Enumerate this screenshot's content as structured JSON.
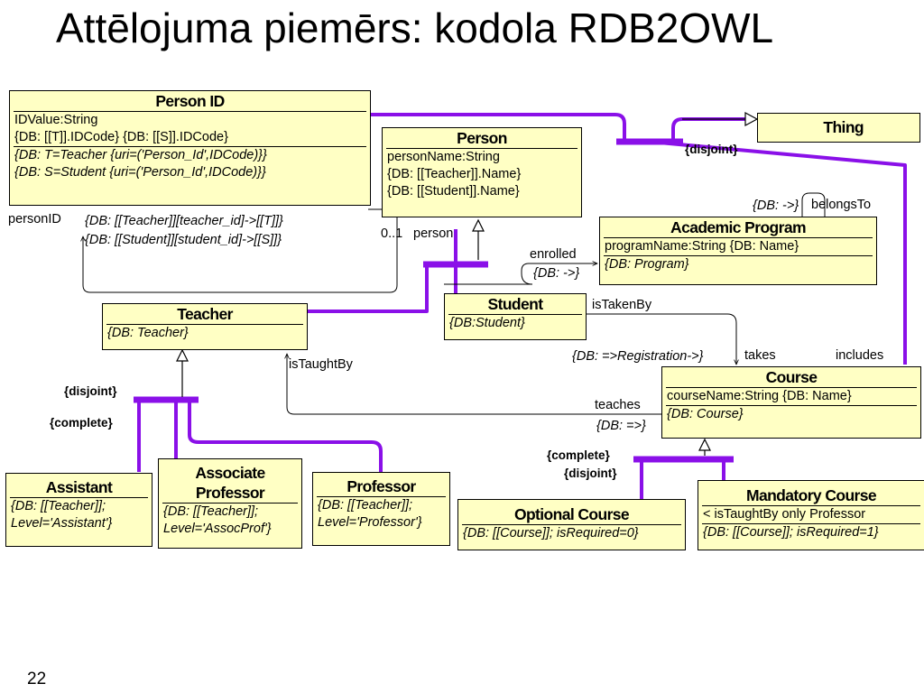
{
  "slide": {
    "title": "Attēlojuma piemērs: kodola RDB2OWL",
    "page_number": "22"
  },
  "classes": {
    "person_id": {
      "name": "Person ID",
      "attr_1": "IDValue:String",
      "attr_2": "{DB: [[T]].IDCode} {DB: [[S]].IDCode}",
      "uri_1": "{DB: T=Teacher {uri=('Person_Id',IDCode)}}",
      "uri_2": "{DB: S=Student {uri=('Person_Id',IDCode)}}"
    },
    "person": {
      "name": "Person",
      "attr_1": "personName:String",
      "attr_2": "{DB:  [[Teacher]].Name}",
      "attr_3": "{DB:  [[Student]].Name}"
    },
    "thing": {
      "name": "Thing"
    },
    "academic_program": {
      "name": "Academic Program",
      "attr": "programName:String {DB: Name}",
      "db": "{DB: Program}"
    },
    "student": {
      "name": "Student",
      "db": "{DB:Student}"
    },
    "teacher": {
      "name": "Teacher",
      "db": "{DB: Teacher}"
    },
    "course": {
      "name": "Course",
      "attr": "courseName:String {DB: Name}",
      "db": "{DB: Course}"
    },
    "assistant": {
      "name": "Assistant",
      "db_1": "{DB: [[Teacher]];",
      "db_2": "Level='Assistant'}"
    },
    "associate_professor": {
      "name_1": "Associate",
      "name_2": "Professor",
      "db_1": "{DB: [[Teacher]];",
      "db_2": "Level='AssocProf'}"
    },
    "professor": {
      "name": "Professor",
      "db_1": "{DB: [[Teacher]];",
      "db_2": "Level='Professor'}"
    },
    "optional_course": {
      "name": "Optional Course",
      "db": "{DB: [[Course]]; isRequired=0}"
    },
    "mandatory_course": {
      "name": "Mandatory Course",
      "constraint": "< isTaughtBy only Professor",
      "db": "{DB: [[Course]]; isRequired=1}"
    }
  },
  "labels": {
    "person_id_role": "personID",
    "person_id_db_1": "{DB: [[Teacher]][teacher_id]->[[T]]}",
    "person_id_db_2": "{DB: [[Student]][student_id]->[[S]]}",
    "multiplicity": "0..1",
    "person_role": "person",
    "disjoint_top": "{disjoint}",
    "belongs_to_db": "{DB: ->}",
    "belongs_to": "belongsTo",
    "enrolled": "enrolled",
    "enrolled_db": "{DB: ->}",
    "is_taken_by": "isTakenBy",
    "registration_db": "{DB: =>Registration->}",
    "takes": "takes",
    "includes": "includes",
    "is_taught_by": "isTaughtBy",
    "teaches": "teaches",
    "teaches_db": "{DB: =>}",
    "teacher_disjoint": "{disjoint}",
    "teacher_complete": "{complete}",
    "course_complete": "{complete}",
    "course_disjoint": "{disjoint}"
  },
  "colors": {
    "class_fill": "#ffffc4",
    "generalization_line": "#8a10e8",
    "border": "#000000"
  }
}
